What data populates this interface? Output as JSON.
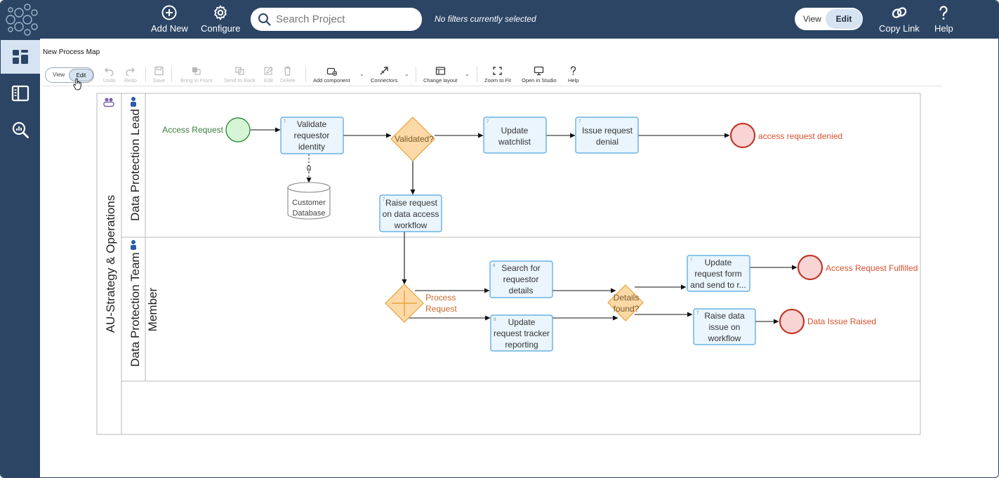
{
  "topbar": {
    "add_new": "Add New",
    "configure": "Configure",
    "search_placeholder": "Search Project",
    "filters_status": "No filters currently selected",
    "view_label": "View",
    "edit_label": "Edit",
    "copy_link": "Copy Link",
    "help": "Help"
  },
  "editor": {
    "map_title": "New Process Map",
    "view_label": "View",
    "edit_label": "Edit",
    "tools": {
      "undo": "Undo",
      "redo": "Redo",
      "save": "Save",
      "bring_to_front": "Bring to Front",
      "send_to_back": "Send to Back",
      "edit": "Edit",
      "delete": "Delete",
      "add_component": "Add component",
      "connectors": "Connectors",
      "change_layout": "Change layout",
      "zoom_to_fit": "Zoom to Fit",
      "open_in_studio": "Open in Studio",
      "help": "Help"
    }
  },
  "diagram": {
    "pool_label": "AU-Strategy & Operations",
    "lane1_label": "Data Protection Lead",
    "lane2_label_line1": "Data Protection Team",
    "lane2_label_line2": "Member",
    "start_event": "Access Request",
    "task_validate": {
      "num": "7",
      "l1": "Validate",
      "l2": "requestor",
      "l3": "identity"
    },
    "data_count": "0",
    "database": {
      "l1": "Customer",
      "l2": "Database"
    },
    "gateway_validated": "Validated?",
    "task_watchlist": {
      "num": "7",
      "l1": "Update",
      "l2": "watchlist"
    },
    "task_denial": {
      "num": "7",
      "l1": "Issue request",
      "l2": "denial"
    },
    "end_denied": "access request denied",
    "task_raise": {
      "num": "7",
      "l1": "Raise request",
      "l2": "on data access",
      "l3": "workflow"
    },
    "gateway_process": {
      "l1": "Process",
      "l2": "Request"
    },
    "task_search": {
      "num": "8",
      "l1": "Search for",
      "l2": "requestor",
      "l3": "details"
    },
    "task_tracker": {
      "num": "8",
      "l1": "Update",
      "l2": "request tracker",
      "l3": "reporting"
    },
    "gateway_details": {
      "l1": "Details",
      "l2": "found?"
    },
    "task_update_form": {
      "num": "7",
      "l1": "Update",
      "l2": "request form",
      "l3": "and send to r..."
    },
    "task_raise_issue": {
      "num": "7",
      "l1": "Raise data",
      "l2": "issue on",
      "l3": "workflow"
    },
    "end_fulfilled": "Access Request Fulfilled",
    "end_issue": "Data Issue Raised"
  },
  "colors": {
    "nav": "#2c4565",
    "accent_light": "#d5e3f2",
    "task_fill": "#eaf5fd",
    "task_stroke": "#4da3dd",
    "gateway_fill": "#fcd9a6",
    "gateway_stroke": "#e8a33a",
    "start_fill": "#d6f5d6",
    "start_stroke": "#2f8f3a",
    "end_fill": "#f8d4d4",
    "end_stroke": "#c0392b",
    "end_text": "#d9502e"
  }
}
